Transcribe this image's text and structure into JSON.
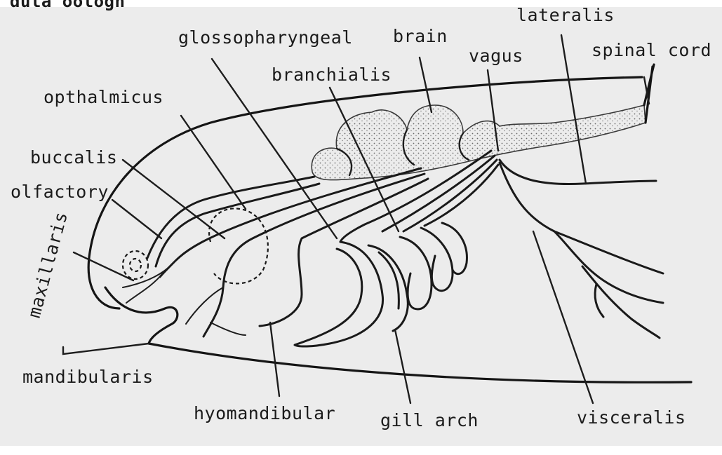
{
  "header_fragment": "dula oologn",
  "labels": {
    "glossopharyngeal": "glossopharyngeal",
    "lateralis": "lateralis",
    "brain": "brain",
    "vagus": "vagus",
    "spinal_cord": "spinal cord",
    "branchialis": "branchialis",
    "opthalmicus": "opthalmicus",
    "buccalis": "buccalis",
    "olfactory": "olfactory",
    "maxillaris": "maxillaris",
    "mandibularis": "mandibularis",
    "hyomandibular": "hyomandibular",
    "gill_arch": "gill arch",
    "visceralis": "visceralis"
  }
}
